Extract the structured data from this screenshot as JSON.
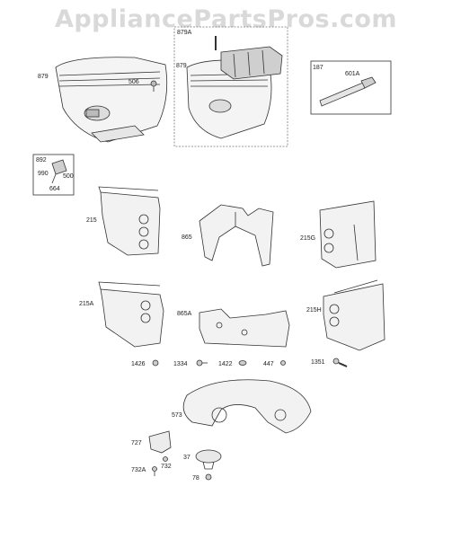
{
  "watermark": "AppliancePartsPros.com",
  "labels": {
    "p879": "879",
    "p506": "506",
    "p879A": "879A",
    "p879b": "879",
    "p187": "187",
    "p601A": "601A",
    "p892": "892",
    "p990": "990",
    "p500": "500",
    "p664": "664",
    "p215": "215",
    "p865": "865",
    "p215G": "215G",
    "p215A": "215A",
    "p865A": "865A",
    "p215H": "215H",
    "p1426": "1426",
    "p1334": "1334",
    "p1422": "1422",
    "p447": "447",
    "p1351": "1351",
    "p573": "573",
    "p727": "727",
    "p732": "732",
    "p732A": "732A",
    "p37": "37",
    "p78": "78"
  }
}
